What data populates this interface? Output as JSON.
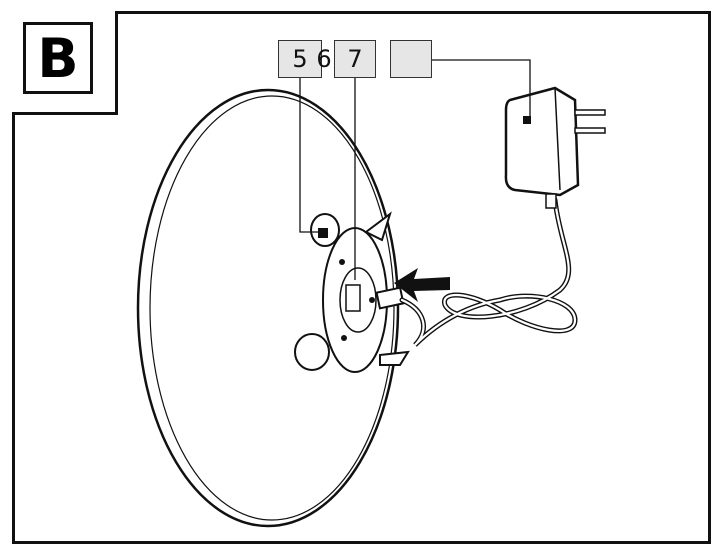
{
  "figure": {
    "panel_letter": "B",
    "callouts": [
      {
        "label": "5"
      },
      {
        "label": "6"
      },
      {
        "label": "7"
      },
      {
        "label": ""
      }
    ],
    "colors": {
      "line": "#111111",
      "callout_fill": "#e6e6e6"
    },
    "icons": [
      "pointer-arrow-icon",
      "power-adapter-icon",
      "dish-icon"
    ]
  }
}
